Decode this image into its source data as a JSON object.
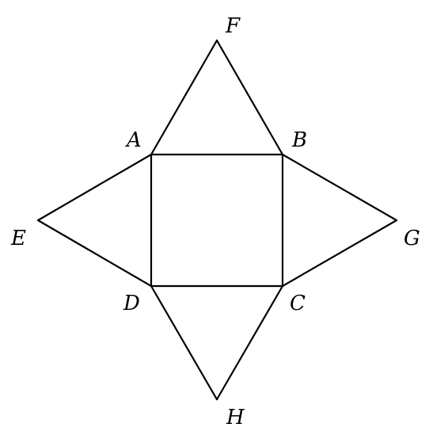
{
  "diagram": {
    "vertices": {
      "A": "A",
      "B": "B",
      "C": "C",
      "D": "D",
      "E": "E",
      "F": "F",
      "G": "G",
      "H": "H"
    },
    "edges": [
      [
        "A",
        "B"
      ],
      [
        "B",
        "C"
      ],
      [
        "C",
        "D"
      ],
      [
        "D",
        "A"
      ],
      [
        "A",
        "F"
      ],
      [
        "F",
        "B"
      ],
      [
        "B",
        "G"
      ],
      [
        "G",
        "C"
      ],
      [
        "D",
        "H"
      ],
      [
        "H",
        "C"
      ],
      [
        "A",
        "E"
      ],
      [
        "E",
        "D"
      ]
    ],
    "line_color": "#000000"
  }
}
